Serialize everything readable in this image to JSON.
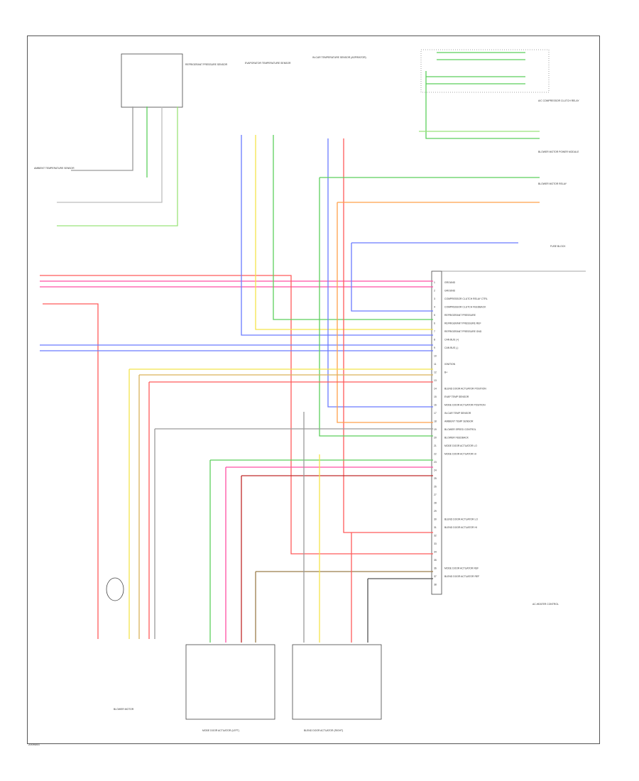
{
  "figure_id": "2009493",
  "module_name": "AC-HEATER CONTROL",
  "colors": {
    "red": "#ff5a5a",
    "pink": "#ff4fa3",
    "blue": "#6a7bff",
    "yellow": "#f3e34a",
    "orange": "#ffa04a",
    "green": "#5ccf5c",
    "lightgreen": "#9be37a",
    "tan": "#d9b25a",
    "gray": "#9a9a9a",
    "darkred": "#c02a2a",
    "brown": "#9b7d4a",
    "white": "#bdbdbd"
  },
  "top_components": {
    "sensor_top_left": "REFRIGERANT PRESSURE SENSOR",
    "evap_temp": "EVAPORATOR TEMPERATURE SENSOR",
    "cabin_temp": "IN-CAR TEMPERATURE SENSOR (ASPIRATOR)",
    "blower_relay": "BLOWER MOTOR RELAY",
    "power_module": "BLOWER MOTOR POWER MODULE",
    "comp_clutch": "A/C COMPRESSOR CLUTCH RELAY",
    "left_sensor": "AMBIENT TEMPERATURE SENSOR",
    "right_ign": "FUSE BLOCK"
  },
  "bottom_components": {
    "blower": "BLOWER MOTOR",
    "mode_actuator": "MODE DOOR ACTUATOR (LEFT)",
    "mix_actuator": "BLEND DOOR ACTUATOR (RIGHT)"
  },
  "module_pins": [
    "GROUND",
    "GROUND",
    "COMPRESSOR CLUTCH RELAY CTRL",
    "COMPRESSOR CLUTCH FEEDBACK",
    "REFRIGERANT PRESSURE",
    "REFRIGERANT PRESSURE REF",
    "REFRIGERANT PRESSURE GND",
    "CAN BUS (+)",
    "CAN BUS (-)",
    "",
    "IGNITION",
    "B+",
    "",
    "BLEND DOOR ACTUATOR POSITION",
    "EVAP TEMP SENSOR",
    "MODE DOOR ACTUATOR POSITION",
    "IN-CAR TEMP SENSOR",
    "AMBIENT TEMP SENSOR",
    "BLOWER SPEED CONTROL",
    "BLOWER FEEDBACK",
    "MODE DOOR ACTUATOR LO",
    "MODE DOOR ACTUATOR HI",
    "",
    "",
    "",
    "",
    "",
    "",
    "",
    "BLEND DOOR ACTUATOR LO",
    "BLEND DOOR ACTUATOR HI",
    "",
    "",
    "",
    "",
    "MODE DOOR ACTUATOR REF",
    "BLEND DOOR ACTUATOR REF",
    ""
  ]
}
